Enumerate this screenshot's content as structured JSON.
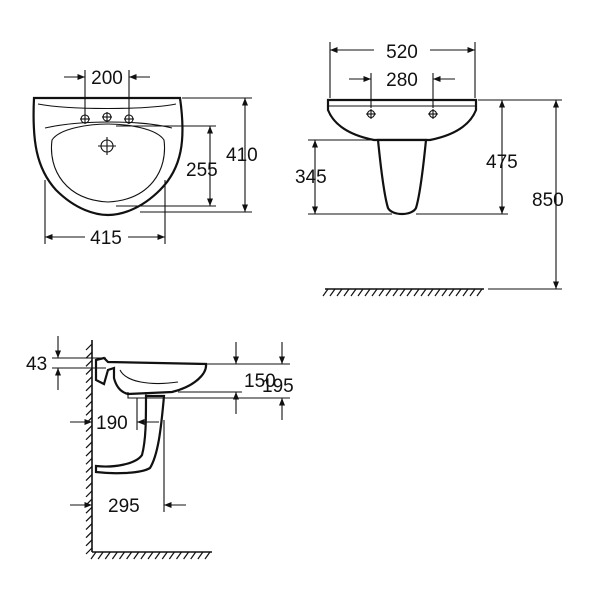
{
  "front_view": {
    "dim_tap_spacing": "200",
    "dim_height": "410",
    "dim_outlet_height": "255",
    "dim_width": "415"
  },
  "top_view": {
    "dim_width": "520",
    "dim_fixing_spacing": "280",
    "dim_pedestal_depth": "345",
    "dim_basin_depth": "475",
    "dim_rim_height": "850"
  },
  "side_view": {
    "dim_rim_thickness": "43",
    "dim_bowl_depth": "150",
    "dim_total_depth": "195",
    "dim_waste_offset": "190",
    "dim_pedestal_projection": "295"
  }
}
